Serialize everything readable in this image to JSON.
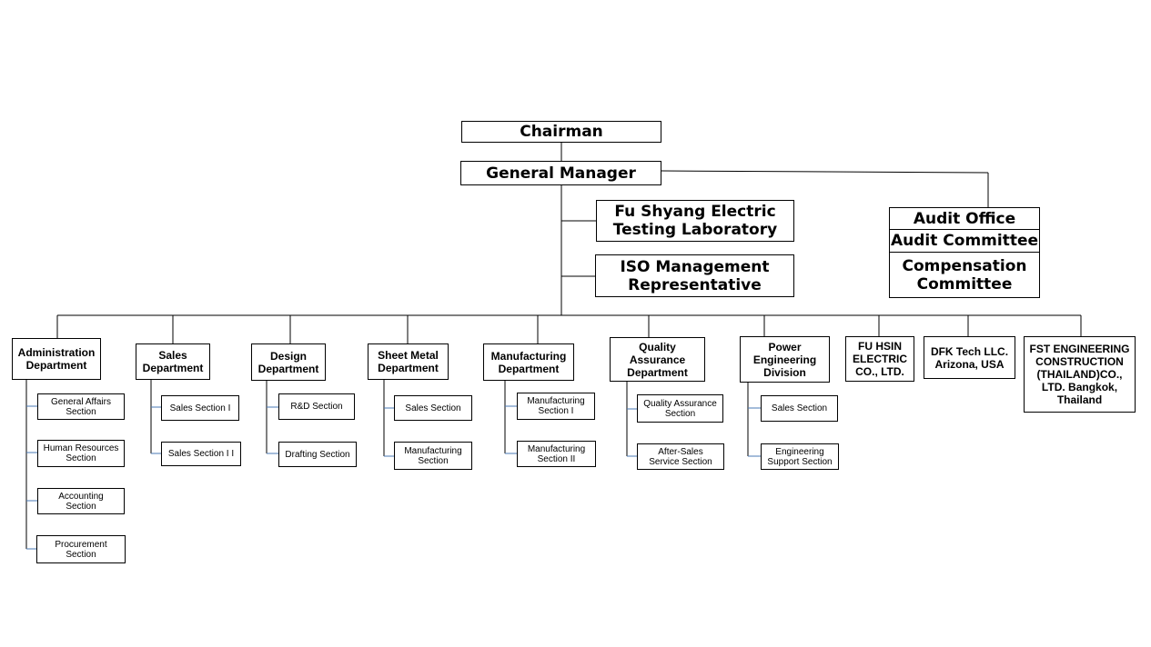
{
  "top": {
    "chairman": "Chairman",
    "general_manager": "General Manager",
    "testing_lab": "Fu Shyang Electric\nTesting Laboratory",
    "iso": "ISO Management\nRepresentative",
    "audit_office": "Audit Office",
    "audit_committee": "Audit Committee",
    "compensation_committee": "Compensation\nCommittee"
  },
  "departments": {
    "admin": {
      "label": "Administration\nDepartment",
      "sections": [
        "General Affairs\nSection",
        "Human Resources\nSection",
        "Accounting\nSection",
        "Procurement\nSection"
      ]
    },
    "sales": {
      "label": "Sales\nDepartment",
      "sections": [
        "Sales Section I",
        "Sales Section I I"
      ]
    },
    "design": {
      "label": "Design\nDepartment",
      "sections": [
        "R&D Section",
        "Drafting Section"
      ]
    },
    "sheet": {
      "label": "Sheet Metal\nDepartment",
      "sections": [
        "Sales Section",
        "Manufacturing\nSection"
      ]
    },
    "manu": {
      "label": "Manufacturing\nDepartment",
      "sections": [
        "Manufacturing\nSection I",
        "Manufacturing\nSection II"
      ]
    },
    "qa": {
      "label": "Quality\nAssurance\nDepartment",
      "sections": [
        "Quality Assurance\nSection",
        "After-Sales\nService Section"
      ]
    },
    "power": {
      "label": "Power\nEngineering\nDivision",
      "sections": [
        "Sales Section",
        "Engineering\nSupport Section"
      ]
    }
  },
  "subsidiaries": {
    "fuhsin": "FU HSIN\nELECTRIC\nCO., LTD.",
    "dfk": "DFK Tech LLC.\nArizona, USA",
    "fst": "FST ENGINEERING\nCONSTRUCTION\n(THAILAND)CO.,\nLTD. Bangkok,\nThailand"
  }
}
